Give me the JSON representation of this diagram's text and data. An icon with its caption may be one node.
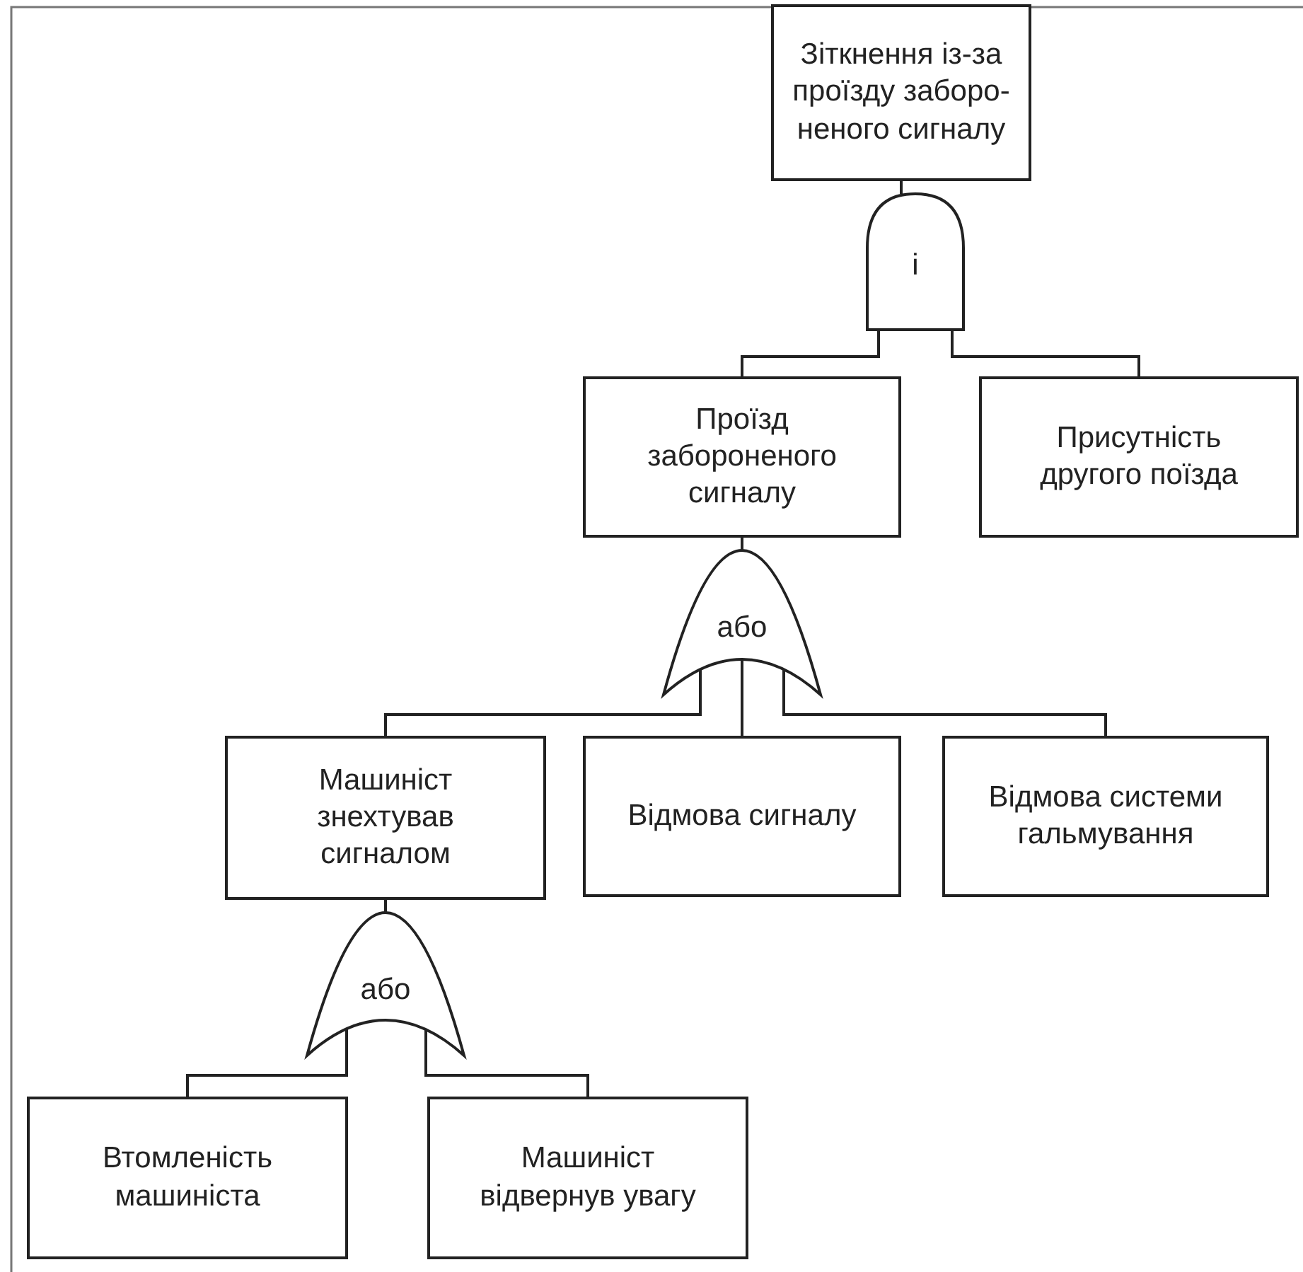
{
  "diagram": {
    "nodes": [
      {
        "text": [
          "Зіткнення із-за проїзду заборо-неного сигналу"
        ]
      },
      {
        "text": [
          "і"
        ]
      },
      {
        "text": [
          "Проїзд забороненого сигналу"
        ]
      },
      {
        "text": [
          "Присутність другого поїзда"
        ]
      },
      {
        "text": [
          "або"
        ]
      },
      {
        "text": [
          "Машиніст знехтував сигналом"
        ]
      },
      {
        "text": [
          "Відмова сигналу"
        ]
      },
      {
        "text": [
          "Відмова системи гальмування"
        ]
      },
      {
        "text": [
          "або"
        ]
      },
      {
        "text": [
          "Втомленість машиніста"
        ]
      },
      {
        "text": [
          "Машиніст відвернув увагу"
        ]
      }
    ],
    "edges": [
      {
        "from": 0,
        "to": 1,
        "arrow": "none"
      },
      {
        "from": 1,
        "to": 2,
        "arrow": "none"
      },
      {
        "from": 1,
        "to": 3,
        "arrow": "none"
      },
      {
        "from": 2,
        "to": 4,
        "arrow": "none"
      },
      {
        "from": 4,
        "to": 5,
        "arrow": "none"
      },
      {
        "from": 4,
        "to": 6,
        "arrow": "none"
      },
      {
        "from": 4,
        "to": 7,
        "arrow": "none"
      },
      {
        "from": 5,
        "to": 8,
        "arrow": "none"
      },
      {
        "from": 8,
        "to": 9,
        "arrow": "none"
      },
      {
        "from": 8,
        "to": 10,
        "arrow": "none"
      }
    ]
  }
}
